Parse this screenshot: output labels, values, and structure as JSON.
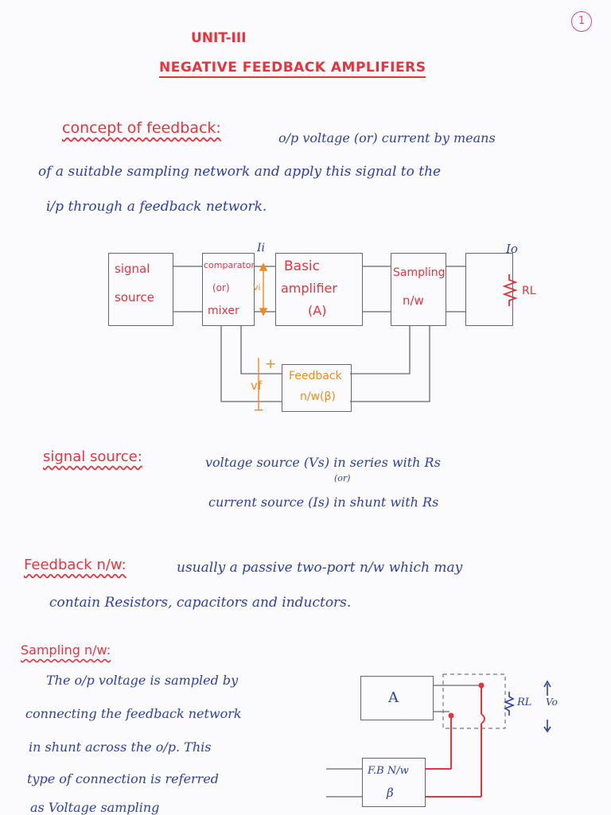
{
  "page": {
    "number": "1",
    "unit": "UNIT-III",
    "title": "NEGATIVE FEEDBACK AMPLIFIERS"
  },
  "concept": {
    "heading": "concept of feedback:",
    "line1": "o/p voltage (or) current by means",
    "line2": "of a suitable sampling network and apply this signal to the",
    "line3": "i/p through a feedback network."
  },
  "block_diagram": {
    "signal_source": [
      "signal",
      "source"
    ],
    "comparator": [
      "comparator",
      "(or)",
      "mixer"
    ],
    "basic_amplifier": [
      "Basic",
      "amplifier",
      "(A)"
    ],
    "sampling": [
      "Sampling",
      "n/w"
    ],
    "feedback": [
      "Feedback",
      "n/w(β)"
    ],
    "load": "RL",
    "io": "Io",
    "ii": "Ii",
    "vi": "vi",
    "vf": "vf",
    "plus": "+",
    "minus": "−"
  },
  "signal_source": {
    "heading": "signal source:",
    "line1": "voltage source (Vs) in series with Rs",
    "or": "(or)",
    "line2": "current source (Is) in shunt with Rs"
  },
  "feedback_nw": {
    "heading": "Feedback n/w:",
    "line1": "usually a passive two-port n/w which may",
    "line2": "contain Resistors, capacitors and inductors."
  },
  "sampling_nw": {
    "heading": "Sampling n/w:",
    "lines": [
      "The o/p voltage is sampled by",
      "connecting the feedback network",
      "in shunt across the o/p. This",
      "type of connection is referred",
      "as Voltage sampling"
    ],
    "diagram": {
      "amp": "A",
      "fb": [
        "F.B N/w",
        "β"
      ],
      "load": "RL",
      "vo": "Vo"
    }
  },
  "colors": {
    "heading_red": "#e8333d",
    "body_blue": "#2d3fa0",
    "annotation_orange": "#f08a1c",
    "page_number_pink": "#e23fb0"
  }
}
